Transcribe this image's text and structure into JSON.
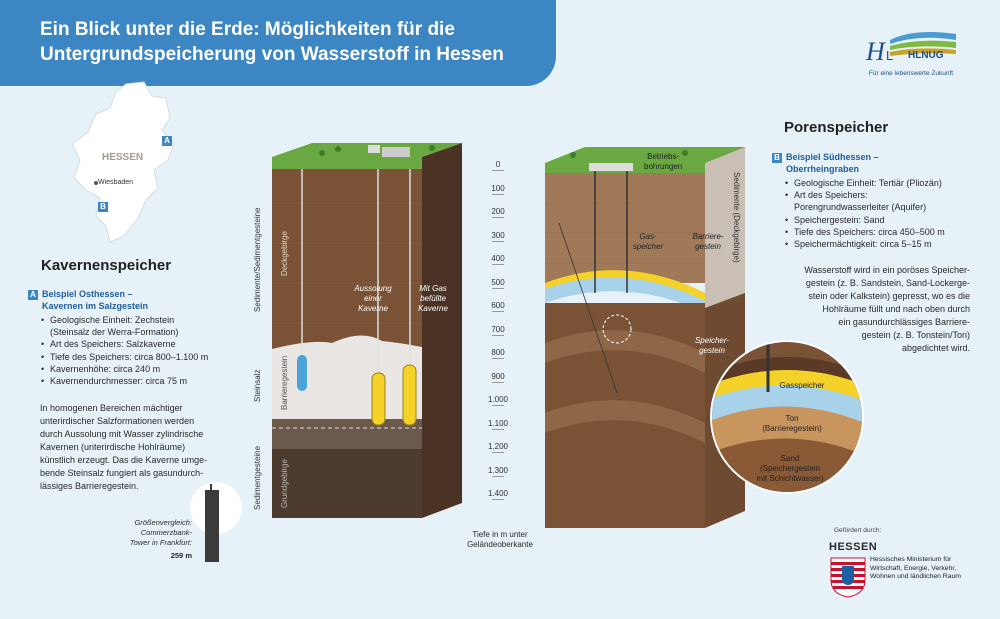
{
  "header": {
    "title_line1": "Ein Blick unter die Erde: Möglichkeiten für die",
    "title_line2": "Untergrundspeicherung von Wasserstoff in Hessen"
  },
  "logo": {
    "text": "HLNUG",
    "slogan": "Für eine lebenswerte Zukunft"
  },
  "map": {
    "state_label": "HESSEN",
    "city_label": "Wiesbaden",
    "marker_a": "A",
    "marker_b": "B"
  },
  "kavernen": {
    "heading": "Kavernenspeicher",
    "badge": "A",
    "example_title": "Beispiel Osthessen –",
    "example_subtitle": "Kavernen im Salzgestein",
    "bullets": [
      "Geologische Einheit: Zechstein",
      "(Steinsalz der Werra-Formation)",
      "Art des Speichers: Salzkaverne",
      "Tiefe des Speichers: circa 800–1.100 m",
      "Kavernenhöhe: circa 240 m",
      "Kavernendurchmesser: circa 75 m"
    ],
    "paragraph": [
      "In homogenen Bereichen mächtiger",
      "unterirdischer Salzformationen werden",
      "durch Aussolung mit Wasser zylindrische",
      "Kavernen (unterirdische Hohlräume)",
      "künstlich erzeugt. Das die Kaverne umge-",
      "bende Steinsalz fungiert als gasundurch-",
      "lässiges Barrieregestein."
    ],
    "size_compare": [
      "Größenvergleich:",
      "Commerzbank-",
      "Tower in Frankfurt:"
    ],
    "tower_height": "259 m"
  },
  "poren": {
    "heading": "Porenspeicher",
    "badge": "B",
    "example_title": "Beispiel Südhessen –",
    "example_subtitle": "Oberrheingraben",
    "bullets": [
      "Geologische Einheit: Tertiär (Pliozän)",
      "Art des Speichers:",
      "Porengrundwasserleiter (Aquifer)",
      "Speichergestein: Sand",
      "Tiefe des Speichers: circa 450–500 m",
      "Speichermächtigkeit: circa 5–15 m"
    ],
    "paragraph": [
      "Wasserstoff wird in ein poröses Speicher-",
      "gestein (z. B. Sandstein, Sand-Lockerge-",
      "stein oder Kalkstein) gepresst, wo es die",
      "Hohlräume füllt und nach oben durch",
      "ein gasundurchlässiges Barriere-",
      "gestein (z. B. Tonstein/Ton)",
      "abgedichtet wird."
    ]
  },
  "left_block": {
    "label_aussolung": [
      "Aussolung",
      "einer",
      "Kaverne"
    ],
    "label_gasfilled": [
      "Mit Gas",
      "befüllte",
      "Kaverne"
    ],
    "side_sediment": "Sedimente/Sedimentgesteine",
    "side_deckgebirge": "Deckgebirge",
    "side_steinsalz": "Steinsalz",
    "side_barriere": "Barrieregestein",
    "side_sediment2": "Sedimentgesteine",
    "side_grundgebirge": "Grundgebirge"
  },
  "right_block": {
    "label_betrieb": [
      "Betriebs-",
      "bohrungen"
    ],
    "label_gasspeicher": [
      "Gas-",
      "speicher"
    ],
    "label_barriere": [
      "Barriere-",
      "gestein"
    ],
    "label_speicher": [
      "Speicher-",
      "gestein"
    ],
    "side_label": "Sedimente (Deckgebirge)"
  },
  "circle": {
    "gas": "Gasspeicher",
    "ton": [
      "Ton",
      "(Barrieregestein)"
    ],
    "sand": [
      "Sand",
      "(Speichergestein",
      "mit Schichtwasser)"
    ]
  },
  "depth_axis": {
    "ticks": [
      "0",
      "100",
      "200",
      "300",
      "400",
      "500",
      "600",
      "700",
      "800",
      "900",
      "1.000",
      "1.100",
      "1.200",
      "1.300",
      "1.400"
    ],
    "caption": [
      "Tiefe in m unter",
      "Geländeoberkante"
    ]
  },
  "funding": {
    "label": "Gefördert durch:",
    "state": "HESSEN",
    "ministry": [
      "Hessisches Ministerium für",
      "Wirtschaft, Energie, Verkehr,",
      "Wohnen und ländlichen Raum"
    ]
  },
  "colors": {
    "banner": "#3d86c4",
    "background": "#e6f1f8",
    "soil_dark": "#6b4a33",
    "salt": "#e9e6e3",
    "gas_yellow": "#f4d22a",
    "grass": "#6aa842"
  }
}
